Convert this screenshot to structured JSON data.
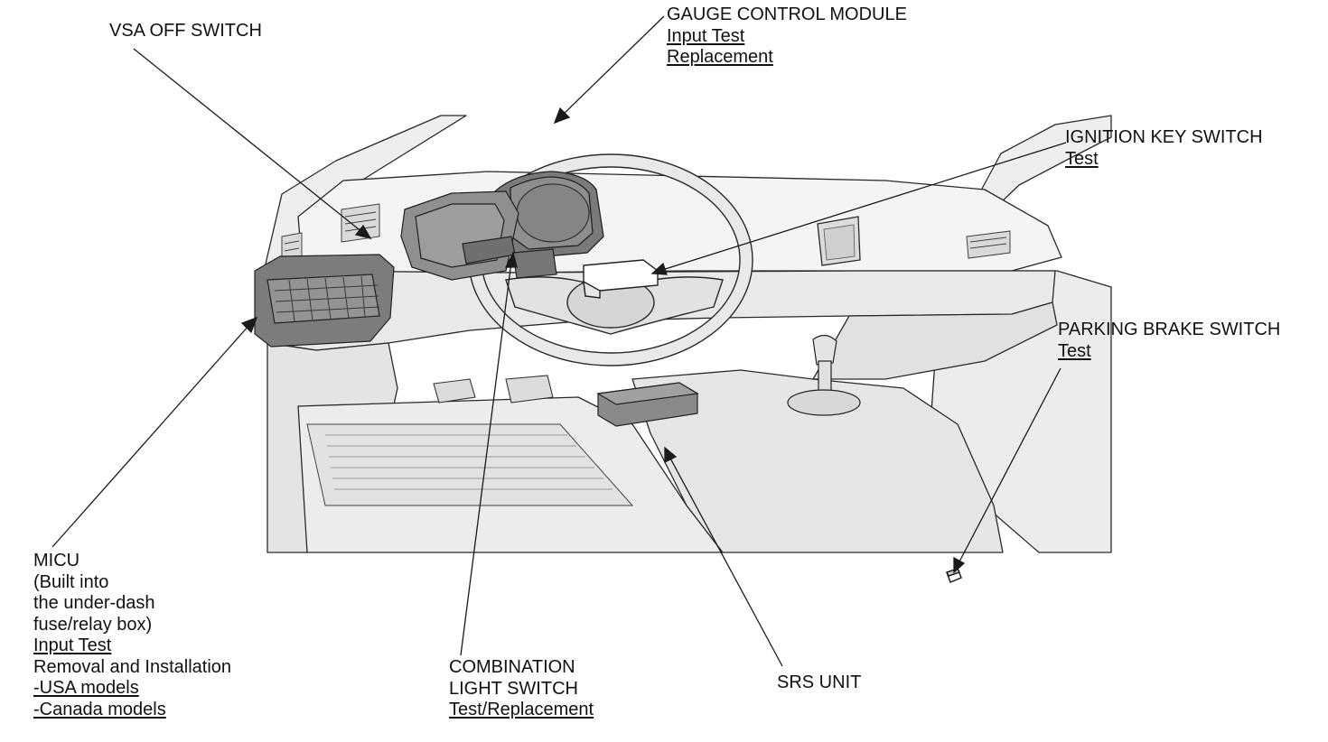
{
  "diagram": {
    "palette": {
      "ink": "#111111",
      "line": "#1a1a1a",
      "body_light": "#f1f1f1",
      "body_mid": "#dedede",
      "body_shade": "#c4c4c4",
      "component_dark": "#7a7a7a",
      "component_mid": "#959595"
    },
    "callouts": {
      "vsa": {
        "title": "VSA OFF SWITCH"
      },
      "gauge": {
        "title": "GAUGE CONTROL MODULE",
        "links": [
          "Input Test",
          "Replacement"
        ]
      },
      "ignition": {
        "title": "IGNITION KEY SWITCH",
        "links": [
          "Test"
        ]
      },
      "parking": {
        "title": "PARKING BRAKE SWITCH",
        "links": [
          "Test"
        ]
      },
      "micu": {
        "lines": [
          "MICU",
          "(Built into",
          "the under-dash",
          "fuse/relay box)"
        ],
        "link_input": "Input Test",
        "removal": "Removal and Installation",
        "link_usa": "-USA models",
        "link_canada": "-Canada models"
      },
      "combination": {
        "lines": [
          "COMBINATION",
          "LIGHT SWITCH"
        ],
        "links": [
          "Test/Replacement"
        ]
      },
      "srs": {
        "title": "SRS UNIT"
      }
    }
  }
}
